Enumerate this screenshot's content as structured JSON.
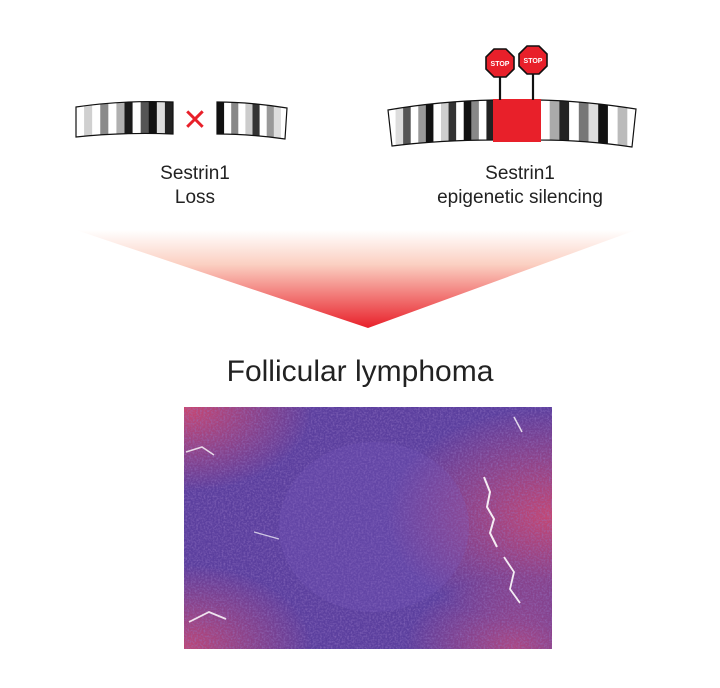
{
  "left_panel": {
    "gene": "Sestrin1",
    "status": "Loss",
    "marker": "✕"
  },
  "right_panel": {
    "gene": "Sestrin1",
    "status": "epigenetic silencing",
    "stop_signs": [
      {
        "text": "STOP"
      },
      {
        "text": "STOP"
      }
    ]
  },
  "disease": {
    "title": "Follicular lymphoma"
  },
  "colors": {
    "accent": "#e8202a",
    "stain_purple": "#5b3f9e",
    "stain_pink": "#d8486a"
  },
  "chromosome_bands": {
    "left_a": [
      "#ffffff",
      "#d0d0d0",
      "#ffffff",
      "#8a8a8a",
      "#ffffff",
      "#b0b0b0",
      "#1a1a1a",
      "#ffffff",
      "#555555",
      "#111111",
      "#dddddd",
      "#222222"
    ],
    "left_b": [
      "#111111",
      "#ffffff",
      "#888888",
      "#ffffff",
      "#cccccc",
      "#333333",
      "#ffffff",
      "#999999",
      "#dddddd",
      "#ffffff"
    ],
    "right_a": [
      "#ffffff",
      "#dddddd",
      "#555555",
      "#ffffff",
      "#999999",
      "#111111",
      "#ffffff",
      "#cfcfcf",
      "#333333",
      "#ffffff",
      "#111111",
      "#888888",
      "#ffffff",
      "#222222"
    ],
    "right_b": [
      "#ffffff",
      "#aaaaaa",
      "#222222",
      "#ffffff",
      "#777777",
      "#dddddd",
      "#111111",
      "#ffffff",
      "#bbbbbb",
      "#ffffff"
    ]
  }
}
